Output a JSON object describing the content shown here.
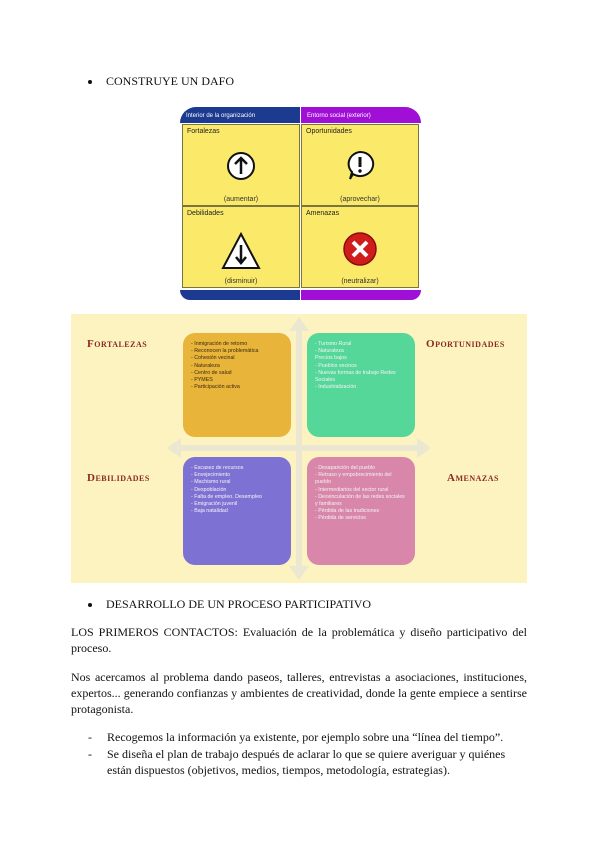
{
  "heading1": "CONSTRUYE UN DAFO",
  "dafo_basic": {
    "top_left": "Interior de la organización",
    "top_right": "Entorno social (exterior)",
    "cells": [
      {
        "title": "Fortalezas",
        "action": "(aumentar)",
        "icon": "arrow-up-circle-icon"
      },
      {
        "title": "Oportunidades",
        "action": "(aprovechar)",
        "icon": "exclamation-bubble-icon"
      },
      {
        "title": "Debilidades",
        "action": "(disminuir)",
        "icon": "arrow-down-triangle-icon"
      },
      {
        "title": "Amenazas",
        "action": "(neutralizar)",
        "icon": "red-x-circle-icon"
      }
    ],
    "colors": {
      "interior": "#1c3a8f",
      "exterior": "#a00fd6",
      "cell": "#fbe96a"
    }
  },
  "dafo_detailed": {
    "labels": {
      "fortalezas": {
        "cap": "F",
        "rest": "ORTALEZAS"
      },
      "oportunidades": {
        "cap": "O",
        "rest": "PORTUNIDADES"
      },
      "debilidades": {
        "cap": "D",
        "rest": "EBILIDADES"
      },
      "amenazas": {
        "cap": "A",
        "rest": "MENAZAS"
      }
    },
    "fortalezas": [
      "- Inmigración de retorno",
      "- Reconocen la problemática",
      "- Cohesión vecinal",
      "- Naturaleza",
      "- Centro de salud",
      "- PYMES",
      "- Participación activa"
    ],
    "oportunidades": [
      "- Turismo Rural",
      "- Naturaleza",
      "Precios bajos",
      "- Pueblos vecinos",
      "- Nuevas formas de trabajo Redes Sociales",
      "- Industrialización"
    ],
    "debilidades": [
      "- Escasez de recursos",
      "- Envejecimiento",
      "- Machismo rural",
      "- Despoblación",
      "- Falta de empleo. Desempleo",
      "- Emigración juvenil",
      "- Baja natalidad"
    ],
    "amenazas": [
      "- Desaparición del pueblo",
      "- Retraso y empobrecimiento del pueblo",
      "- Intermediarios del sector rural",
      "- Desvinculación de las redes sociales y familiares",
      "- Pérdida de las tradiciones",
      "- Pérdida de servicios"
    ],
    "colors": {
      "background": "#fdf3c0",
      "fortalezas": "#e8b43a",
      "oportunidades": "#56d79a",
      "debilidades": "#7d72d4",
      "amenazas": "#d886aa"
    }
  },
  "heading2": "DESARROLLO DE UN PROCESO PARTICIPATIVO",
  "para1": "LOS PRIMEROS CONTACTOS: Evaluación de la problemática y diseño participativo del proceso.",
  "para2": "Nos acercamos al problema dando paseos, talleres, entrevistas a asociaciones, instituciones, expertos... generando confianzas y ambientes de creatividad, donde la gente empiece a sentirse protagonista.",
  "list": [
    {
      "marker": "-",
      "text": "Recogemos la información ya existente, por ejemplo sobre una “línea del tiempo”."
    },
    {
      "marker": "-",
      "text": "Se diseña el plan de trabajo después de aclarar lo que se quiere averiguar y quiénes están dispuestos (objetivos, medios, tiempos, metodología, estrategias)."
    }
  ]
}
